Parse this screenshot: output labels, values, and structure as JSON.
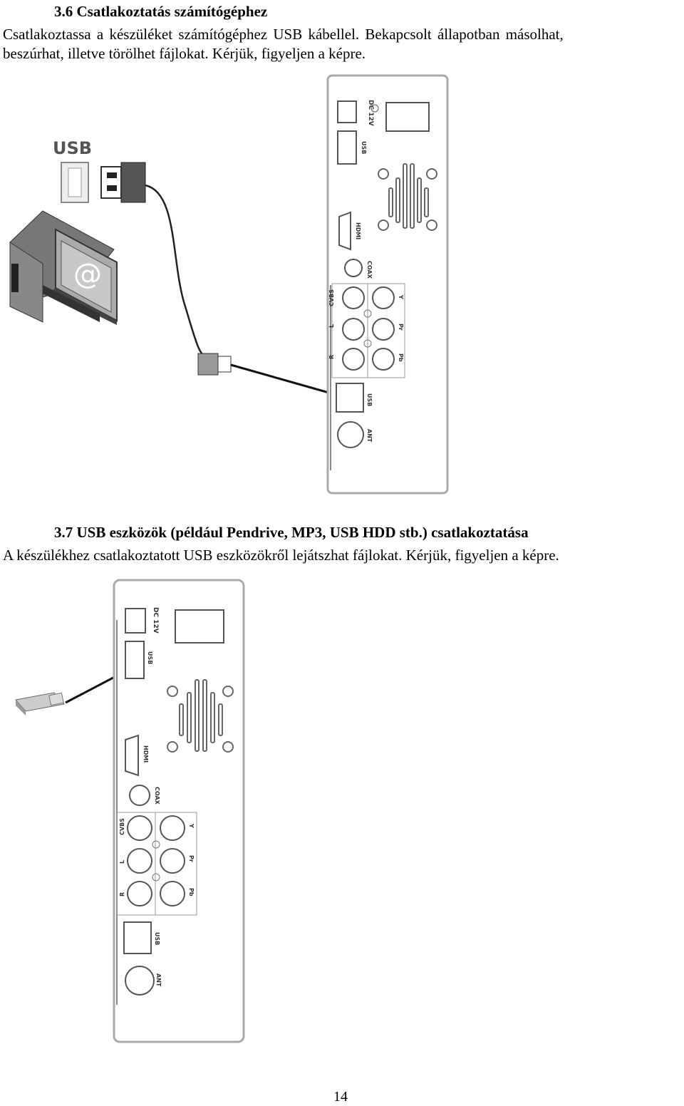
{
  "section_36": {
    "heading": "3.6 Csatlakoztatás számítógéphez",
    "line1": "Csatlakoztassa a készüléket számítógéphez USB kábellel. Bekapcsolt állapotban másolhat,",
    "line2": "beszúrhat, illetve törölhet fájlokat. Kérjük, figyeljen a képre."
  },
  "section_37": {
    "heading": "3.7 USB eszközök (például Pendrive, MP3, USB HDD stb.) csatlakoztatása",
    "line1": "A készülékhez csatlakoztatott USB eszközökről lejátszhat fájlokat. Kérjük, figyeljen a képre."
  },
  "figure1": {
    "usb_label": "USB"
  },
  "panel_labels": {
    "dc": "DC 12V",
    "usb_top": "USB",
    "hdmi": "HDMI",
    "coax": "COAX",
    "cvbs": "CVBS",
    "l": "L",
    "r": "R",
    "y": "Y",
    "pr": "Pr",
    "pb": "Pb",
    "usb_bottom": "USB",
    "ant": "ANT"
  },
  "footer": {
    "page_number": "14"
  }
}
